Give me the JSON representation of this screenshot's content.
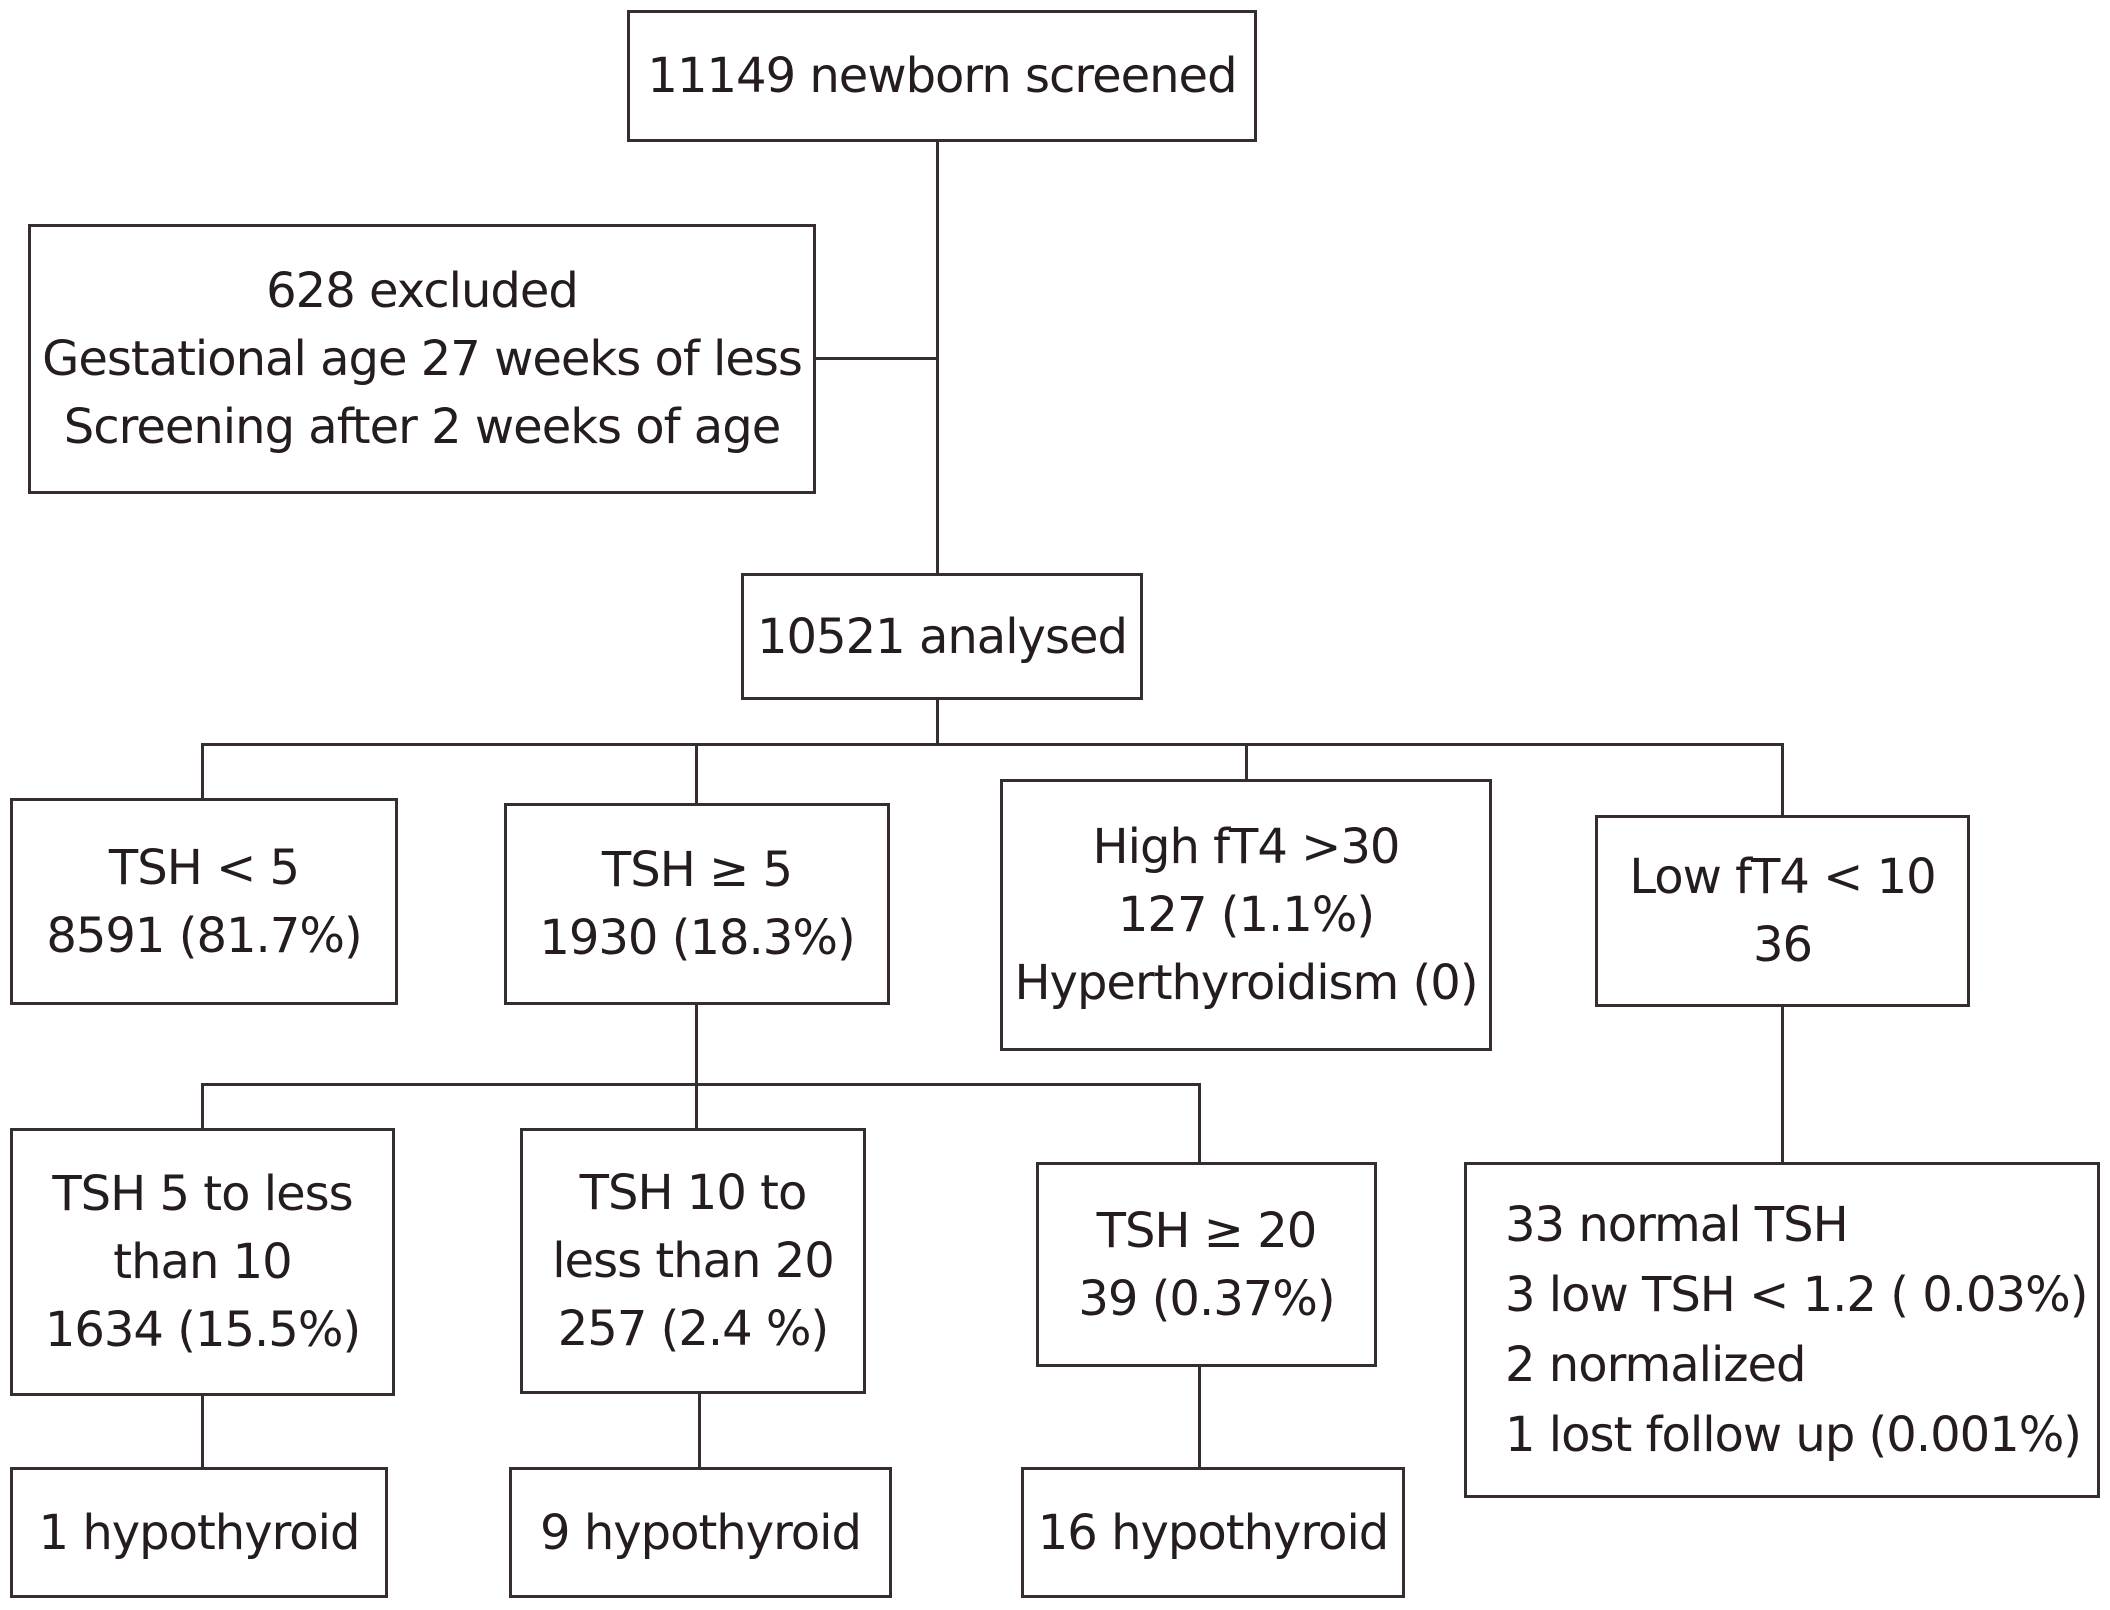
{
  "diagram_type": "flowchart",
  "colors": {
    "background": "#ffffff",
    "border_and_lines": "#352d2f",
    "text": "#241c1e"
  },
  "nodes": {
    "screened": {
      "lines": [
        "11149 newborn screened"
      ]
    },
    "excluded": {
      "lines": [
        "628 excluded",
        "Gestational age 27 weeks of less",
        "Screening after 2 weeks of age"
      ]
    },
    "analysed": {
      "lines": [
        "10521 analysed"
      ]
    },
    "tsh_lt_5": {
      "lines": [
        "TSH < 5",
        "8591 (81.7%)"
      ]
    },
    "tsh_ge_5": {
      "lines": [
        "TSH ≥ 5",
        "1930 (18.3%)"
      ]
    },
    "high_ft4": {
      "lines": [
        "High fT4 >30",
        "127 (1.1%)",
        "Hyperthyroidism (0)"
      ]
    },
    "low_ft4": {
      "lines": [
        "Low fT4 < 10",
        "36"
      ]
    },
    "tsh_5_to_10": {
      "lines": [
        "TSH 5 to less",
        "than 10",
        "1634 (15.5%)"
      ]
    },
    "tsh_10_to_20": {
      "lines": [
        "TSH 10 to",
        "less than 20",
        "257 (2.4 %)"
      ]
    },
    "tsh_ge_20": {
      "lines": [
        "TSH ≥ 20",
        "39 (0.37%)"
      ]
    },
    "low_ft4_followup": {
      "lines": [
        "33 normal TSH",
        "3 low TSH < 1.2 ( 0.03%)",
        "2 normalized",
        "1 lost follow up (0.001%)"
      ]
    },
    "hypothyroid_5_10": {
      "lines": [
        "1 hypothyroid"
      ]
    },
    "hypothyroid_10_20": {
      "lines": [
        "9 hypothyroid"
      ]
    },
    "hypothyroid_ge_20": {
      "lines": [
        "16 hypothyroid"
      ]
    }
  }
}
